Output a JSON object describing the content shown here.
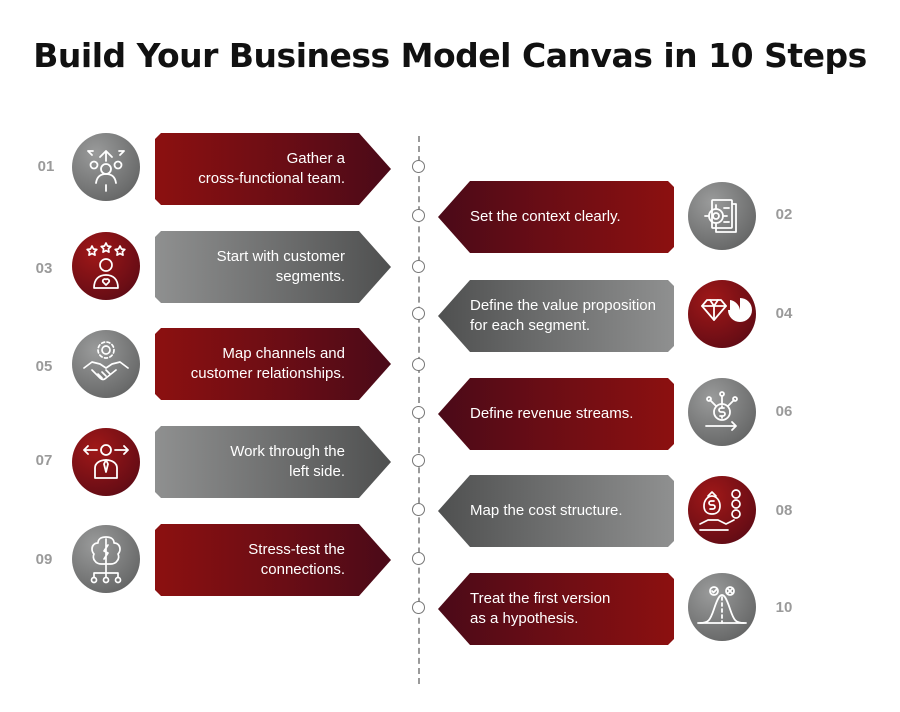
{
  "title": "Build Your Business Model Canvas in 10 Steps",
  "steps": [
    {
      "number": "01",
      "text": "Gather a\ncross-functional team.",
      "icon": "team-network-icon",
      "color": "#7a0f15"
    },
    {
      "number": "02",
      "text": "Set the context clearly.",
      "icon": "target-document-icon",
      "color": "#7a0f15"
    },
    {
      "number": "03",
      "text": "Start with customer\nsegments.",
      "icon": "customer-rating-icon",
      "color": "#6c6d6d"
    },
    {
      "number": "04",
      "text": "Define the value proposition\nfor each segment.",
      "icon": "diamond-pie-icon",
      "color": "#6c6d6d"
    },
    {
      "number": "05",
      "text": "Map channels and\ncustomer relationships.",
      "icon": "handshake-gear-icon",
      "color": "#7a0f15"
    },
    {
      "number": "06",
      "text": "Define revenue streams.",
      "icon": "revenue-dollar-icon",
      "color": "#7a0f15"
    },
    {
      "number": "07",
      "text": "Work through the\nleft side.",
      "icon": "businessman-arrows-icon",
      "color": "#7a0f15"
    },
    {
      "number": "08",
      "text": "Map the cost structure.",
      "icon": "cost-hand-coins-icon",
      "color": "#6c6d6d"
    },
    {
      "number": "09",
      "text": "Stress-test the\nconnections.",
      "icon": "brain-network-icon",
      "color": "#6c6d6d"
    },
    {
      "number": "10",
      "text": "Treat the first version\nas a hypothesis.",
      "icon": "bell-curve-icon",
      "color": "#7a0f15"
    }
  ]
}
